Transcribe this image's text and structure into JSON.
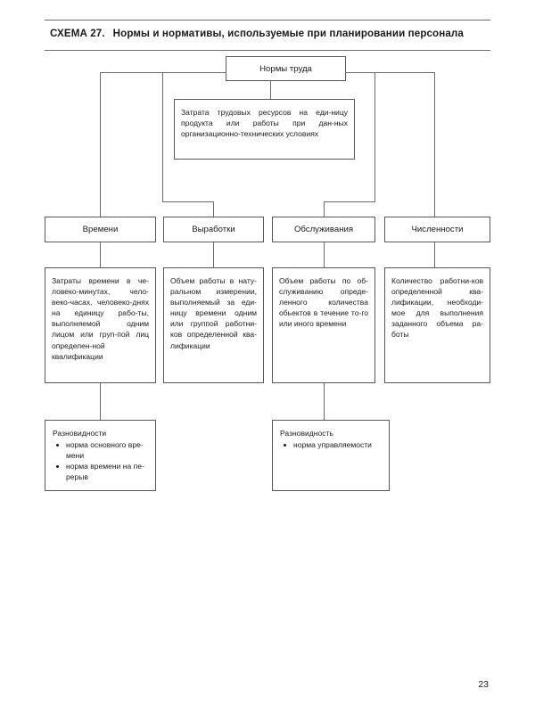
{
  "document": {
    "title_number": "СХЕМА 27.",
    "title_text": "Нормы и нормативы, используемые при планировании персонала",
    "page_number": "23"
  },
  "diagram": {
    "root": {
      "label": "Нормы труда"
    },
    "definition": {
      "text": "Затрата трудовых ресурсов на еди-ницу продукта или работы при дан-ных организационно-технических условиях"
    },
    "categories": [
      {
        "label": "Времени",
        "detail": "Затраты времени в че-ловеко-минутах, чело-веко-часах, человеко-днях на единицу рабо-ты, выполняемой одним лицом или груп-пой лиц определен-ной квалификации",
        "variants": {
          "heading": "Разновидности",
          "items": [
            "норма основного вре-мени",
            "норма времени на пе-рерыв"
          ]
        }
      },
      {
        "label": "Выработки",
        "detail": "Объем работы в нату-ральном измерении, выполняемый за еди-ницу времени одним или группой работни-ков определенной ква-лификации",
        "variants": null
      },
      {
        "label": "Обслуживания",
        "detail": "Объем работы по об-служиванию опреде-ленного количества обьектов в течение то-го или иного времени",
        "variants": {
          "heading": "Разновидность",
          "items": [
            "норма управляемости"
          ]
        }
      },
      {
        "label": "Численности",
        "detail": "Количество работни-ков определенной ква-лификации, необходи-мое для выполнения заданного объема ра-боты",
        "variants": null
      }
    ]
  },
  "colors": {
    "line": "#6a6a6a",
    "border": "#585858",
    "text": "#1a1a1a",
    "background": "#ffffff"
  }
}
